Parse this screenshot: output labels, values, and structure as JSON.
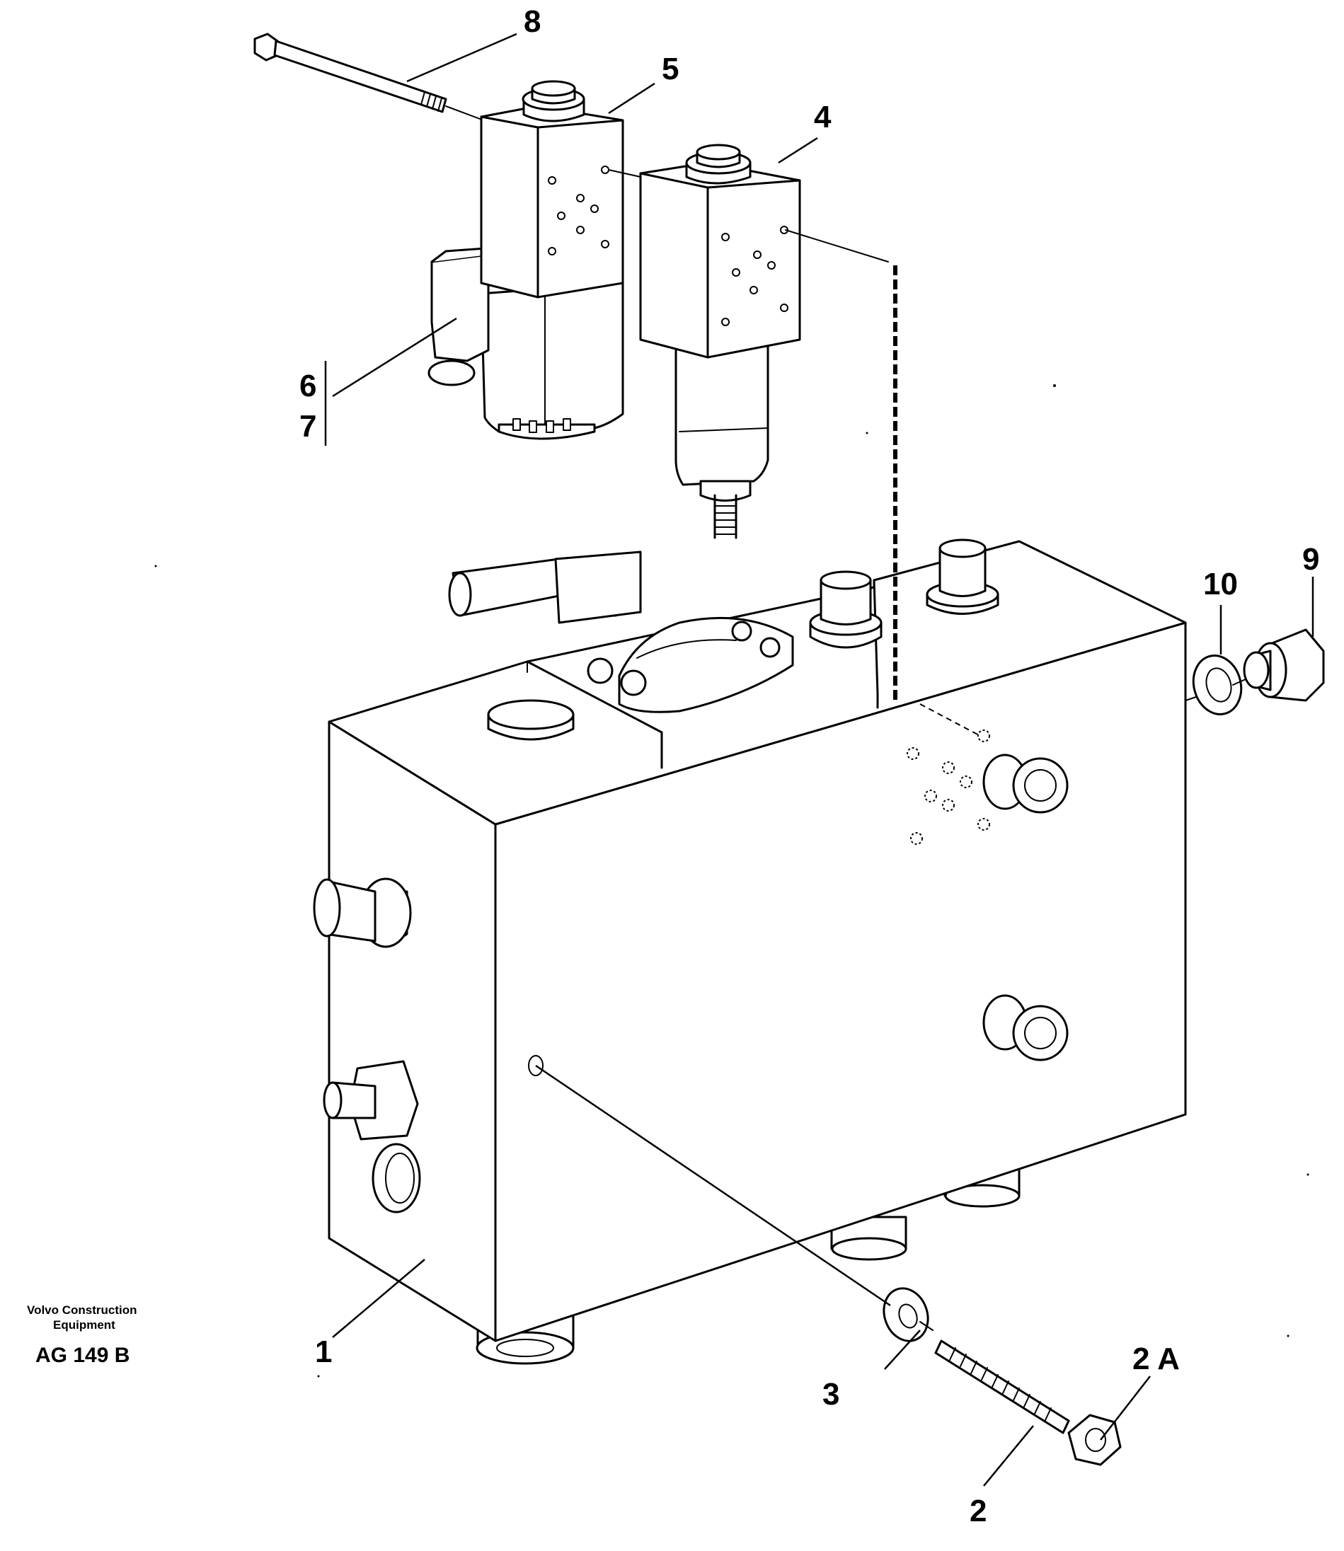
{
  "callouts": {
    "c1": "1",
    "c2": "2",
    "c2a": "2 A",
    "c3": "3",
    "c4": "4",
    "c5": "5",
    "c6": "6",
    "c7": "7",
    "c8": "8",
    "c9": "9",
    "c10": "10"
  },
  "brand": {
    "line1": "Volvo Construction",
    "line2": "Equipment",
    "code": "AG 149 B"
  }
}
